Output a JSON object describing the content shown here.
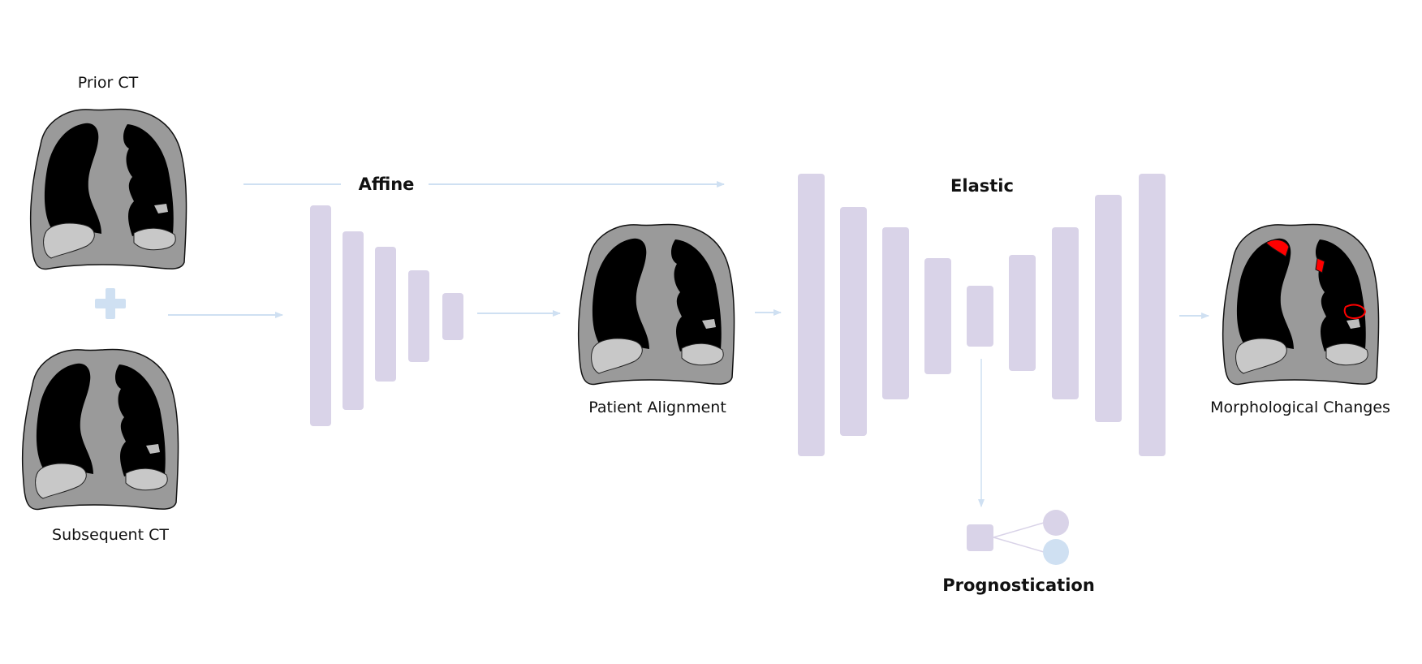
{
  "labels": {
    "prior_ct": "Prior CT",
    "subsequent_ct": "Subsequent CT",
    "affine": "Affine",
    "patient_alignment": "Patient Alignment",
    "elastic": "Elastic",
    "morphological_changes": "Morphological Changes",
    "prognostication": "Prognostication"
  },
  "colors": {
    "block": "#d9d3e8",
    "arrow": "#cfe0f2",
    "plus": "#cfe0f2",
    "thorax": "#9a9a9a",
    "lung": "#000000",
    "heart": "#c8c8c8",
    "change": "#ff0000",
    "output_a": "#d9d3e8",
    "output_b": "#cfe0f2"
  },
  "icons": [
    "plus-icon",
    "chest-ct-icon",
    "arrow-icon"
  ]
}
